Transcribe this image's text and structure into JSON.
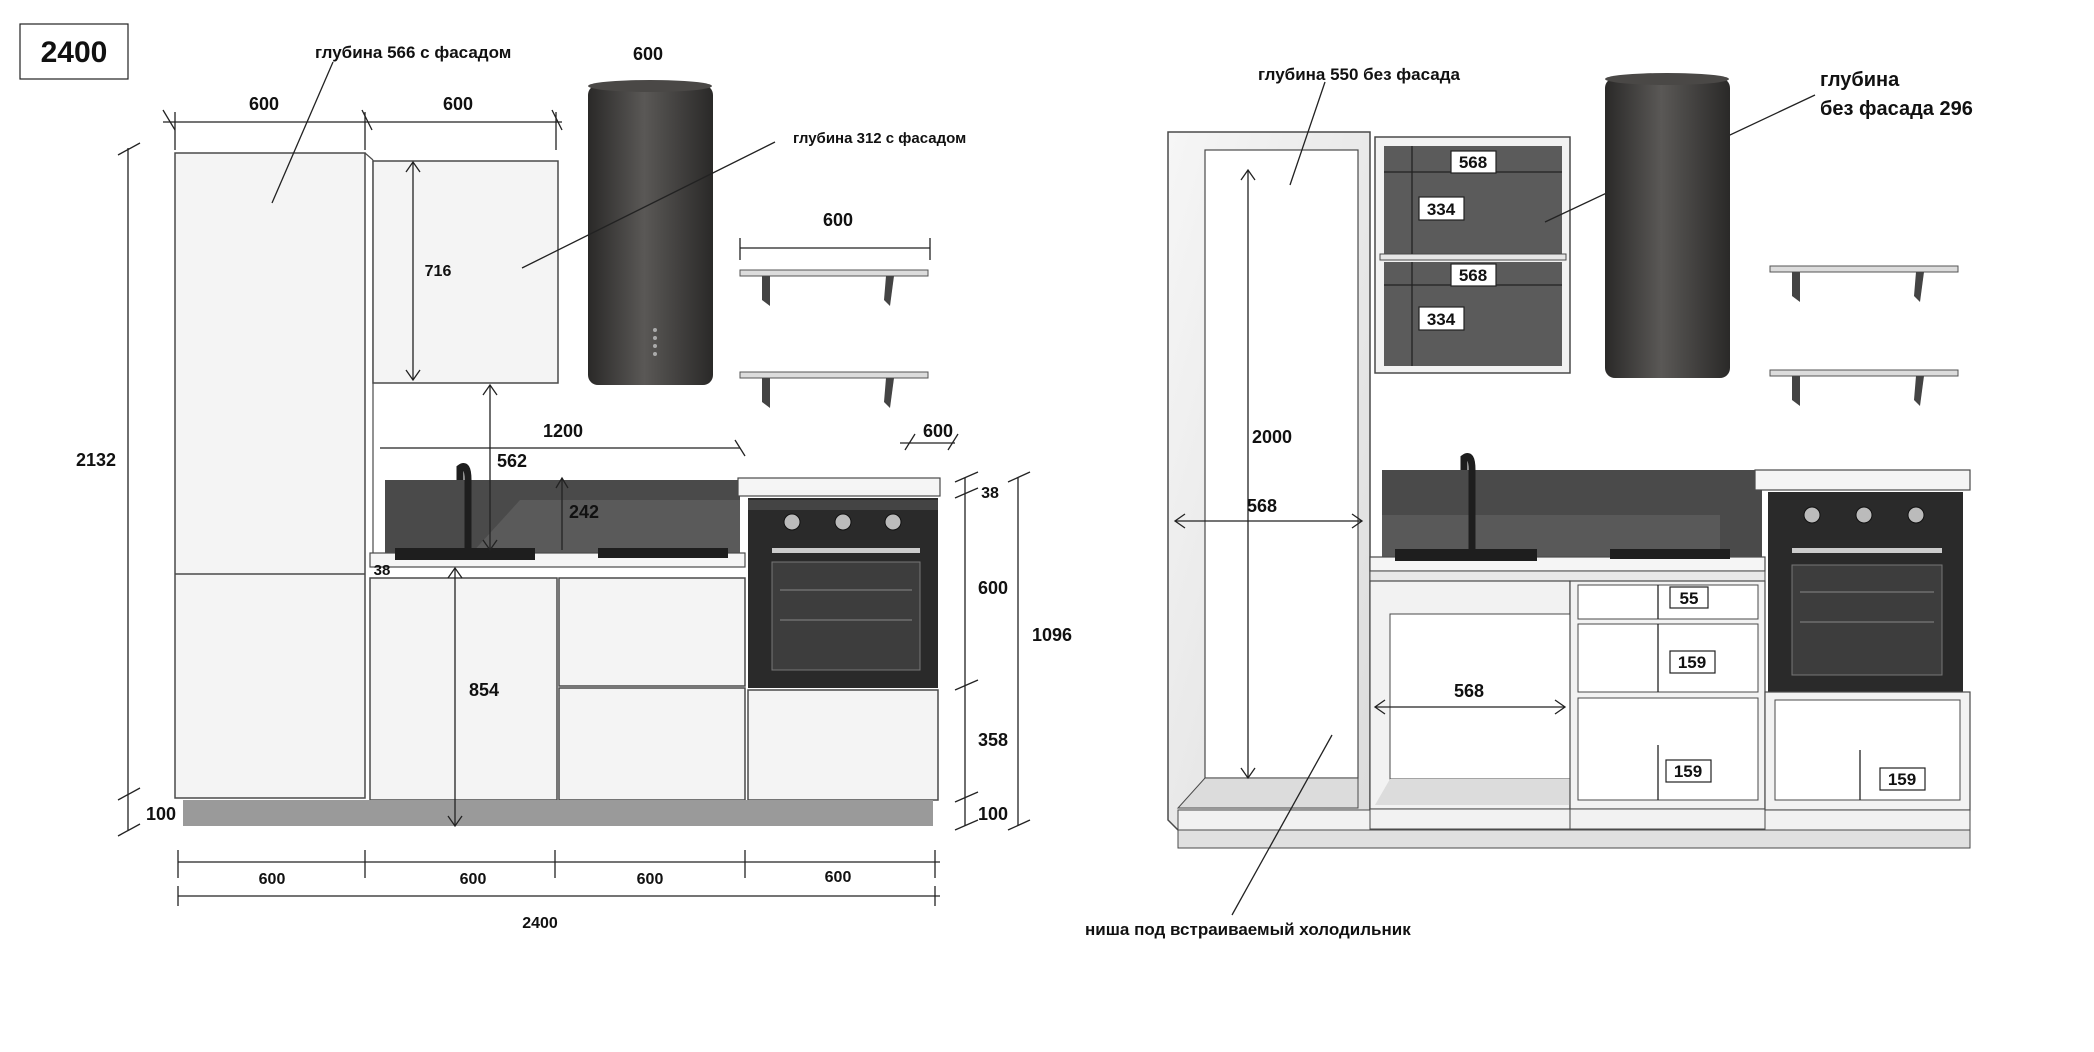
{
  "title_box": "2400",
  "left": {
    "depth_tall": "глубина 566 с фасадом",
    "depth_wall": "глубина 312 с фасадом",
    "hood_width": "600",
    "top_600_a": "600",
    "top_600_b": "600",
    "height_total": "2132",
    "wall_height": "716",
    "shelf_width": "600",
    "span_1200": "1200",
    "gap_562": "562",
    "backsplash_242": "242",
    "counter_38_left": "38",
    "depth_600_right": "600",
    "right_38": "38",
    "right_600": "600",
    "right_358": "358",
    "right_100": "100",
    "right_1096": "1096",
    "base_854": "854",
    "plinth_100": "100",
    "bottom": [
      "600",
      "600",
      "600",
      "600"
    ],
    "bottom_total": "2400"
  },
  "right": {
    "depth_frame": "глубина 550 без фасада",
    "depth_wall_line1": "глубина",
    "depth_wall_line2": "без фасада 296",
    "wall_w_top": "568",
    "wall_h_top": "334",
    "wall_w_bot": "568",
    "wall_h_bot": "334",
    "fridge_h": "2000",
    "fridge_w": "568",
    "sink_w": "568",
    "drawer_55": "55",
    "drawer_159_a": "159",
    "drawer_159_b": "159",
    "drawer_159_c": "159",
    "fridge_note": "ниша под встраиваемый холодильник"
  },
  "colors": {
    "hood": "#3c3a38",
    "panel": "#ebebeb",
    "dark_wall": "#555555",
    "oven": "#2a2a2a"
  }
}
